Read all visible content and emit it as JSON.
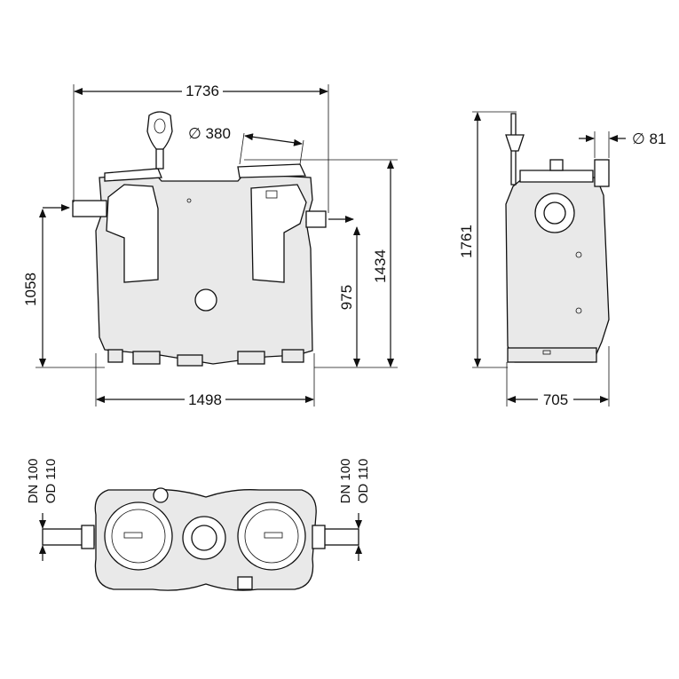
{
  "dimensions": {
    "front_overall_width": "1736",
    "front_base_width": "1498",
    "front_inlet_height": "1058",
    "front_outlet_height": "975",
    "front_total_height": "1434",
    "front_cover_diameter": "∅ 380",
    "side_total_height": "1761",
    "side_depth": "705",
    "side_vent_diameter": "∅ 81",
    "plan_left_pipe_dn": "DN 100",
    "plan_left_pipe_od": "OD 110",
    "plan_right_pipe_dn": "DN 100",
    "plan_right_pipe_od": "OD 110"
  },
  "colors": {
    "line": "#111111",
    "body": "#e9e9e9",
    "background": "#ffffff"
  }
}
